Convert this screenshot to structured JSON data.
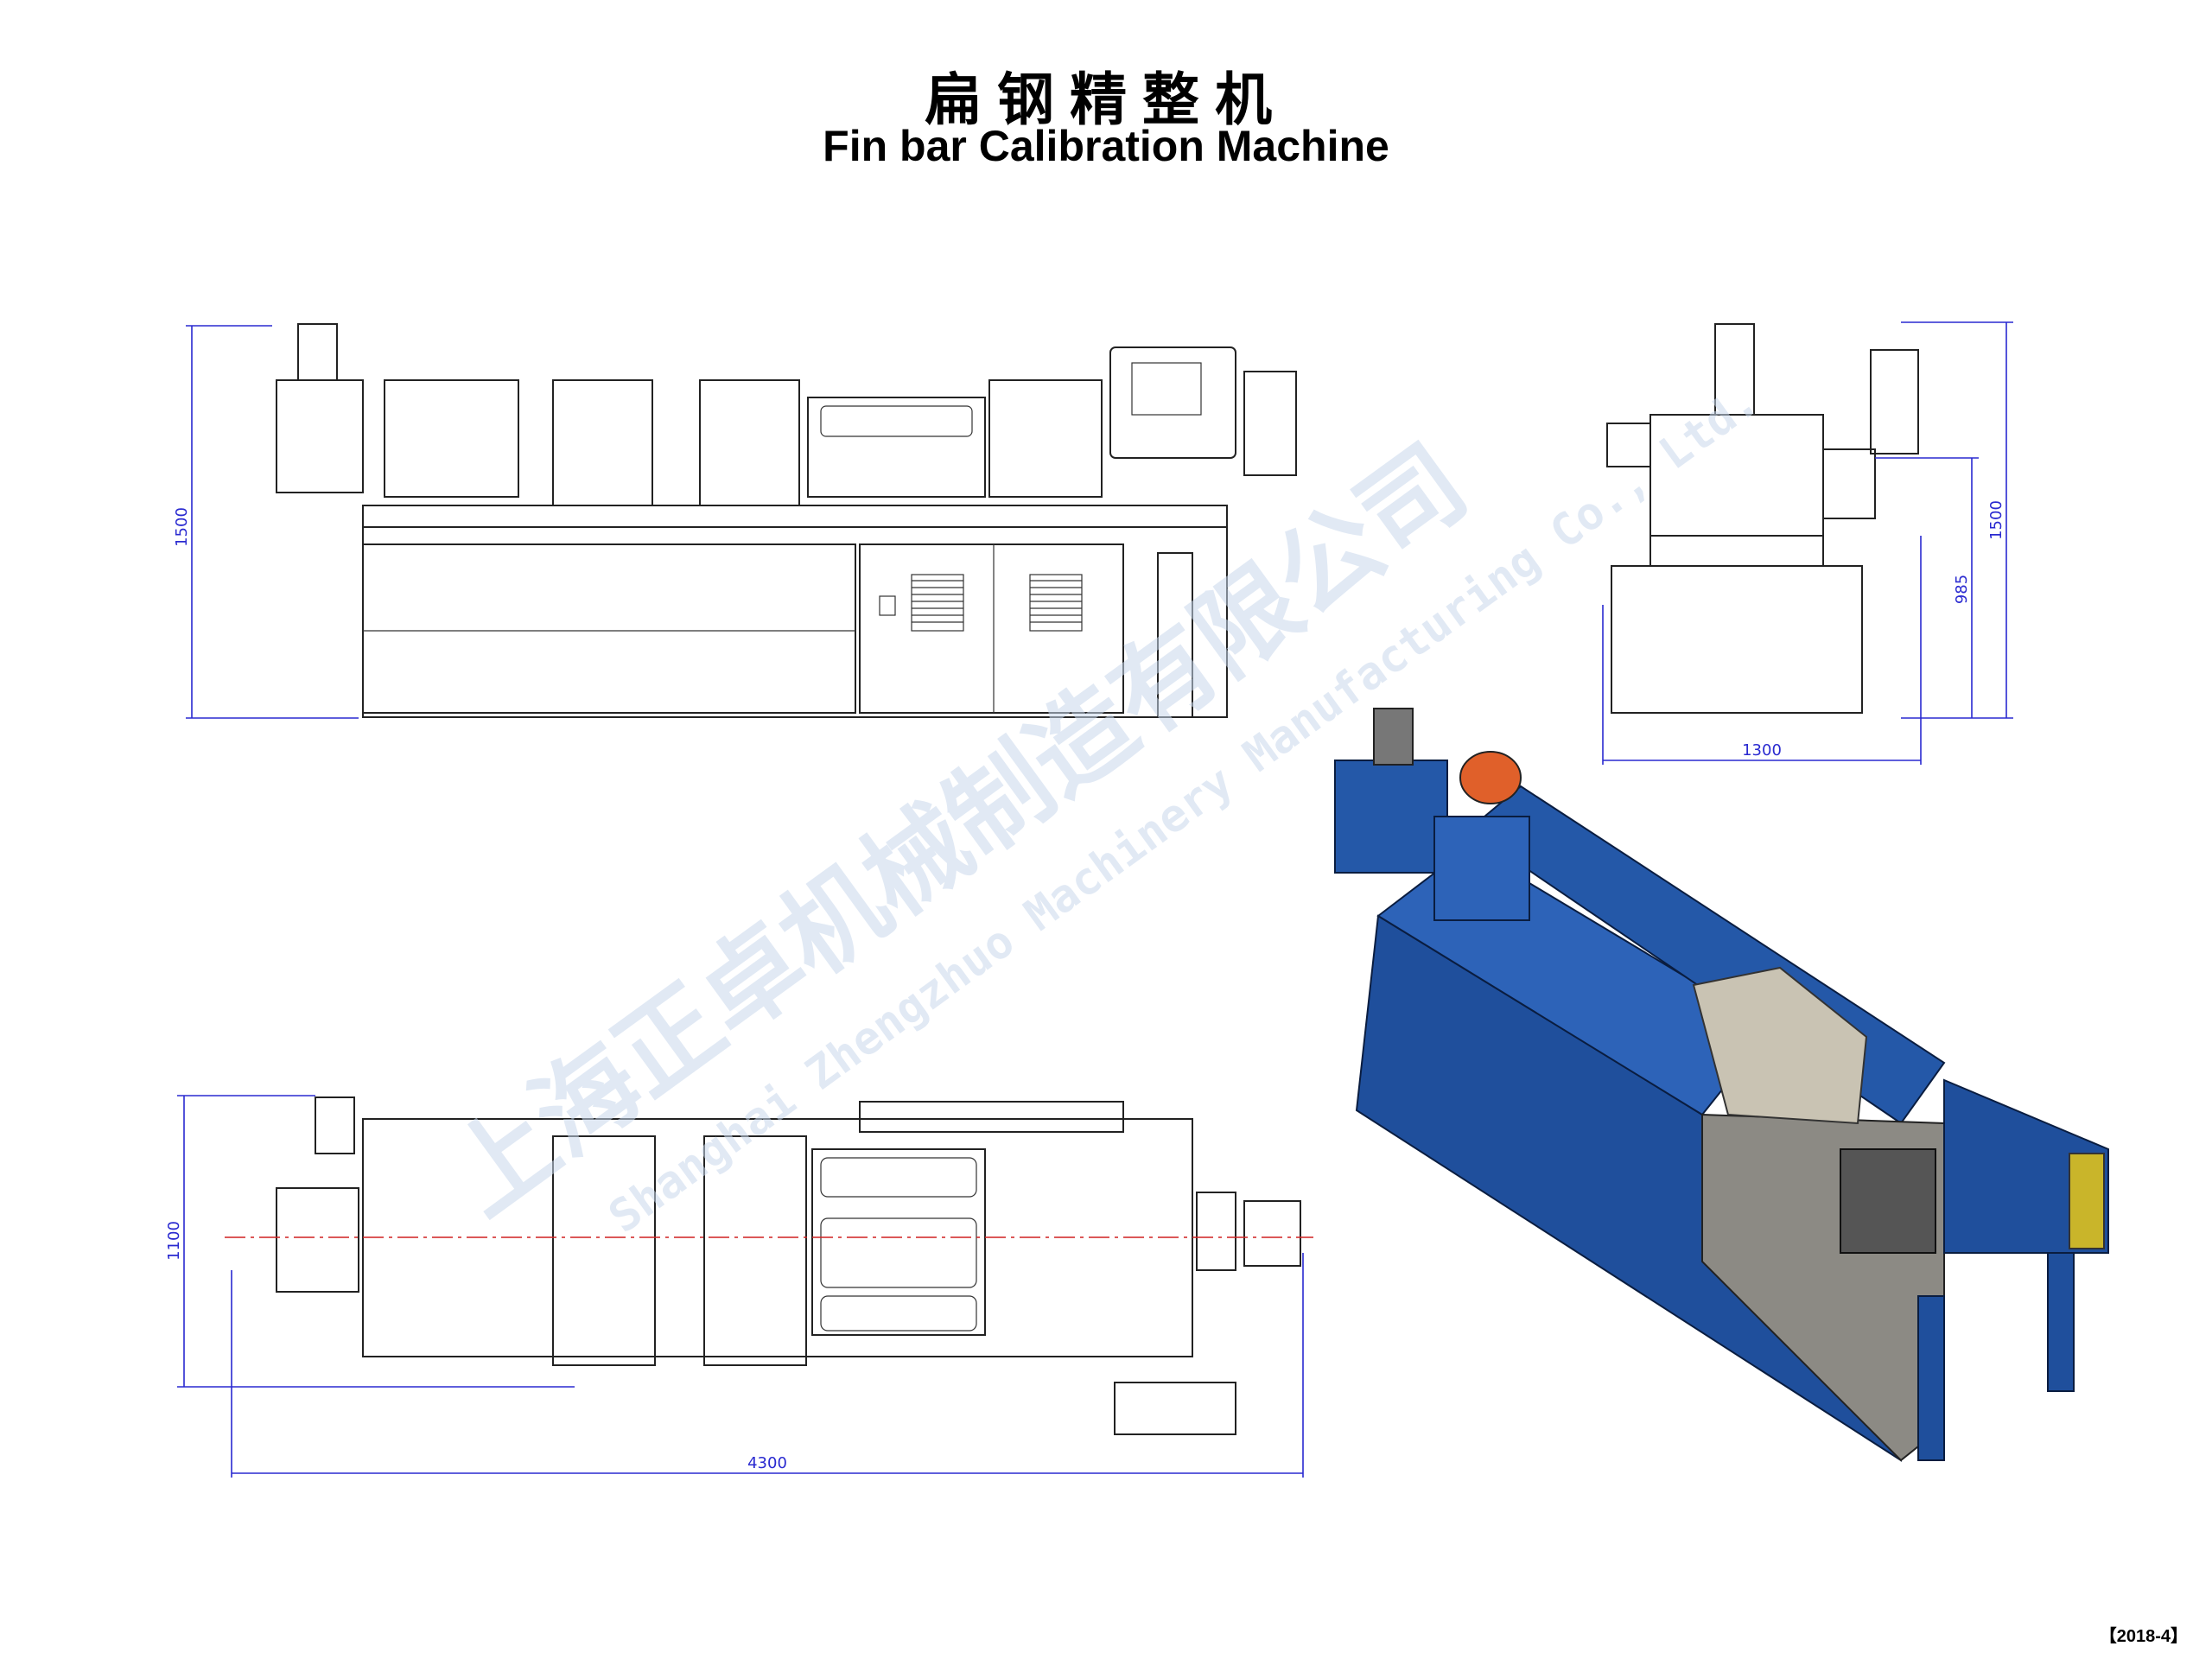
{
  "title": {
    "cn": "扁钢精整机",
    "en": "Fin bar Calibration Machine"
  },
  "stamp": "【2018-4】",
  "watermark": {
    "cn": "上海正卓机械制造有限公司",
    "en": "Shanghai Zhengzhuo Machinery Manufacturing Co., Ltd."
  },
  "dimensions": {
    "front_height": "1500",
    "side_height": "1500",
    "side_inner_height": "985",
    "side_width": "1300",
    "top_width": "1100",
    "top_length": "4300"
  },
  "colors": {
    "dimension": "#2a2ad0",
    "machine_body": "#1f4f9c",
    "motor": "#e0602a",
    "cabinet": "#8c8a84",
    "centerline": "#d02020"
  }
}
